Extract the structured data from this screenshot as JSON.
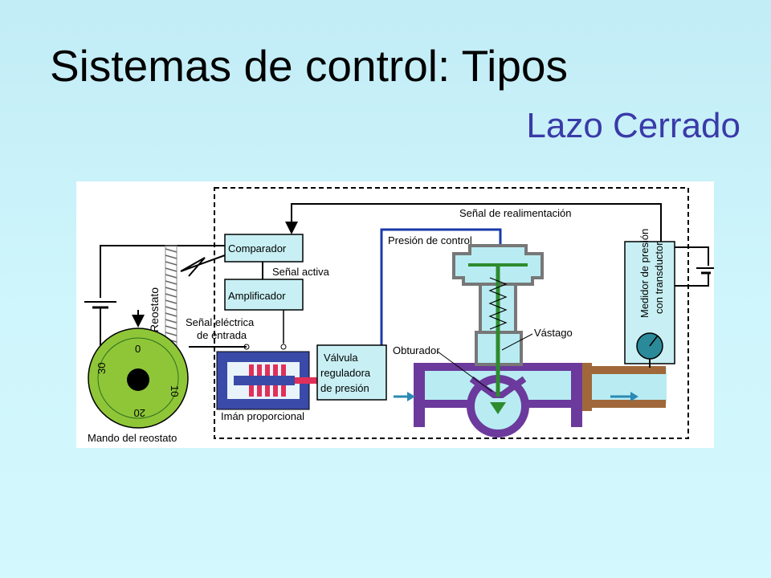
{
  "slide": {
    "title": "Sistemas de control: Tipos",
    "subtitle": "Lazo Cerrado"
  },
  "diagram": {
    "labels": {
      "feedback_signal": "Señal de realimentación",
      "control_pressure": "Presión de control",
      "comparator": "Comparador",
      "active_signal": "Señal activa",
      "amplifier": "Amplificador",
      "electric_signal_line1": "Señal eléctrica",
      "electric_signal_line2": "de entrada",
      "reostat": "Reostato",
      "valve_line1": "Válvula",
      "valve_line2": "reguladora",
      "valve_line3": "de presión",
      "plug": "Obturador",
      "stem": "Vástago",
      "proportional_magnet": "Imán proporcional",
      "reostat_knob": "Mando del reostato",
      "meter_line1": "Medidor de presión",
      "meter_line2": "con transductor",
      "dial_0": "0",
      "dial_10": "10",
      "dial_20": "20",
      "dial_30": "30"
    },
    "colors": {
      "knob_green": "#8fc638",
      "valve_purple": "#6b3a9c",
      "pipe_brown": "#a0683a",
      "fluid_cyan": "#b8ecf2",
      "box_cyan": "#c8f0f4",
      "blue_line": "#1a3aa8",
      "stem_green": "#2e8b2e",
      "magnet_red": "#e0305a",
      "magnet_blue": "#3a4aa8",
      "meter_teal": "#2a8a9a"
    }
  }
}
